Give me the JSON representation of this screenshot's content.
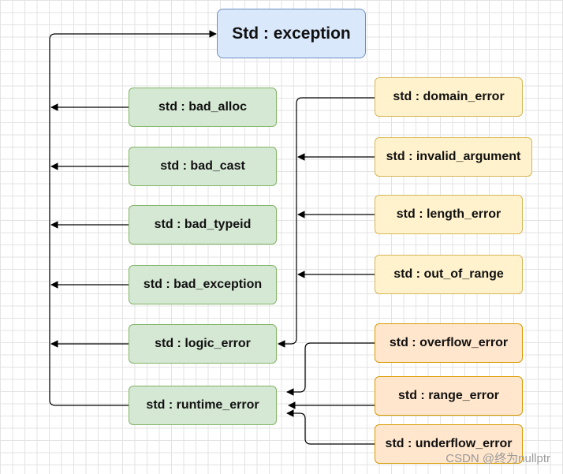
{
  "diagram": {
    "root": {
      "label": "Std : exception"
    },
    "direct_children": [
      {
        "label": "std : bad_alloc"
      },
      {
        "label": "std : bad_cast"
      },
      {
        "label": "std : bad_typeid"
      },
      {
        "label": "std : bad_exception"
      },
      {
        "label": "std : logic_error"
      },
      {
        "label": "std : runtime_error"
      }
    ],
    "logic_error_children": [
      {
        "label": "std : domain_error"
      },
      {
        "label": "std : invalid_argument"
      },
      {
        "label": "std : length_error"
      },
      {
        "label": "std : out_of_range"
      }
    ],
    "runtime_error_children": [
      {
        "label": "std : overflow_error"
      },
      {
        "label": "std : range_error"
      },
      {
        "label": "std : underflow_error"
      }
    ],
    "colors": {
      "root_fill": "#dae8fc",
      "root_stroke": "#6c8ebf",
      "green_fill": "#d5e8d4",
      "green_stroke": "#82b366",
      "yellow_fill": "#fff2cc",
      "yellow_stroke": "#d6b656",
      "orange_fill": "#ffe6cc",
      "orange_stroke": "#d79b00",
      "edge": "#000000"
    }
  },
  "watermark": "CSDN @终为nullptr"
}
